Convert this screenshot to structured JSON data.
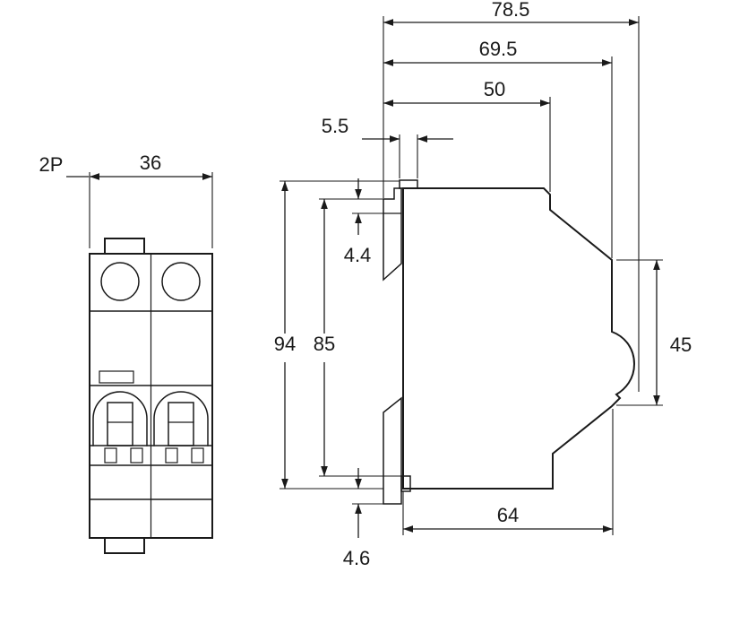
{
  "colors": {
    "line": "#1a1a1a",
    "background": "#ffffff"
  },
  "labels": {
    "poles": "2P",
    "front_width": "36",
    "overall_depth": "78.5",
    "depth_to_front": "69.5",
    "top_depth": "50",
    "clip_tab_width": "5.5",
    "clip_hook_height": "4.4",
    "overall_height": "94",
    "mounting_height": "85",
    "front_face_height": "45",
    "base_depth": "64",
    "clip_protrusion": "4.6"
  }
}
